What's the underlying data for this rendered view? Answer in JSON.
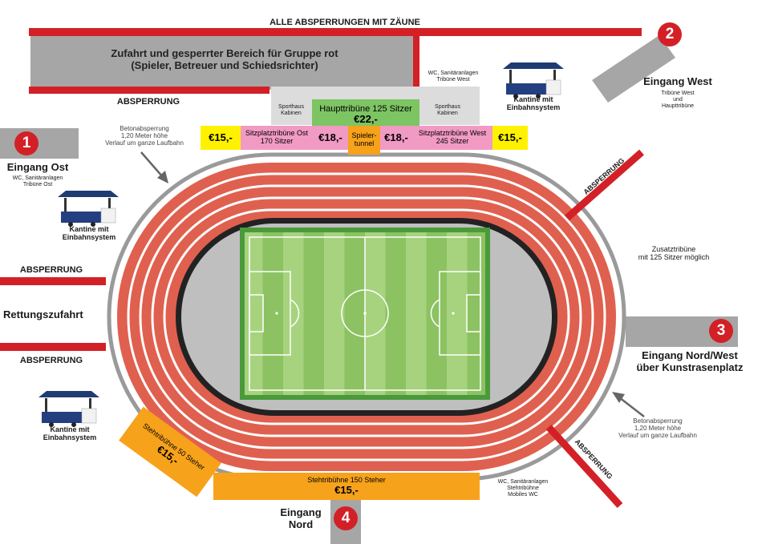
{
  "top_fence": "ALLE ABSPERRUNGEN MIT ZÄUNE",
  "restricted_area": {
    "line1": "Zufahrt und gesperrter Bereich für Gruppe rot",
    "line2": "(Spieler, Betreuer und Schiedsrichter)"
  },
  "absperrung": "ABSPERRUNG",
  "wc_west": {
    "line1": "WC, Sanitäranlagen",
    "line2": "Tribüne West"
  },
  "kantine": {
    "line1": "Kantine mit",
    "line2": "Einbahnsystem"
  },
  "entrance_west": {
    "number": "2",
    "title": "Eingang West",
    "line1": "Tribüne West",
    "line2": "und",
    "line3": "Haupttribüne"
  },
  "entrance_east": {
    "number": "1",
    "title": "Eingang Ost",
    "line1": "WC, Sanitäranlagen",
    "line2": "Tribüne Ost"
  },
  "entrance_northwest": {
    "number": "3",
    "line1": "Eingang Nord/West",
    "line2": "über Kunstrasenplatz"
  },
  "entrance_north": {
    "number": "4",
    "line1": "Eingang",
    "line2": "Nord"
  },
  "sporthaus": {
    "line1": "Sporthaus",
    "line2": "Kabinen"
  },
  "haupttribuene": {
    "name": "Haupttribüne 125 Sitzer",
    "price": "€22,-"
  },
  "sitz_ost": {
    "line1": "Sitzplatztribüne Ost",
    "line2": "170 Sitzer",
    "price": "€18,-"
  },
  "sitz_west": {
    "line1": "Sitzplatztribüne West",
    "line2": "245 Sitzer",
    "price": "€18,-"
  },
  "price_15": "€15,-",
  "spielertunnel": {
    "line1": "Spieler-",
    "line2": "tunnel"
  },
  "beton": {
    "line1": "Betonabsperrung",
    "line2": "1,20 Meter höhe",
    "line3": "Verlauf um ganze Laufbahn"
  },
  "zusatz": {
    "line1": "Zusatztribüne",
    "line2": "mit 125 Sitzer möglich"
  },
  "rettung": "Rettungszufahrt",
  "steh50": {
    "name": "Stehtribühne 50 Steher",
    "price": "€15,-"
  },
  "steh150": {
    "name": "Stehtribühne 150 Steher",
    "price": "€15,-"
  },
  "wc_north": {
    "line1": "WC, Sanitäranlagen",
    "line2": "Stehtribühne",
    "line3": "Mobiles WC"
  },
  "colors": {
    "red": "#d32027",
    "track": "#e0604f",
    "grass": "#8ec365",
    "grey": "#a6a6a6",
    "pink": "#f19ac4",
    "yellow": "#fff200",
    "orange": "#f7a21b",
    "green": "#7dc463"
  }
}
